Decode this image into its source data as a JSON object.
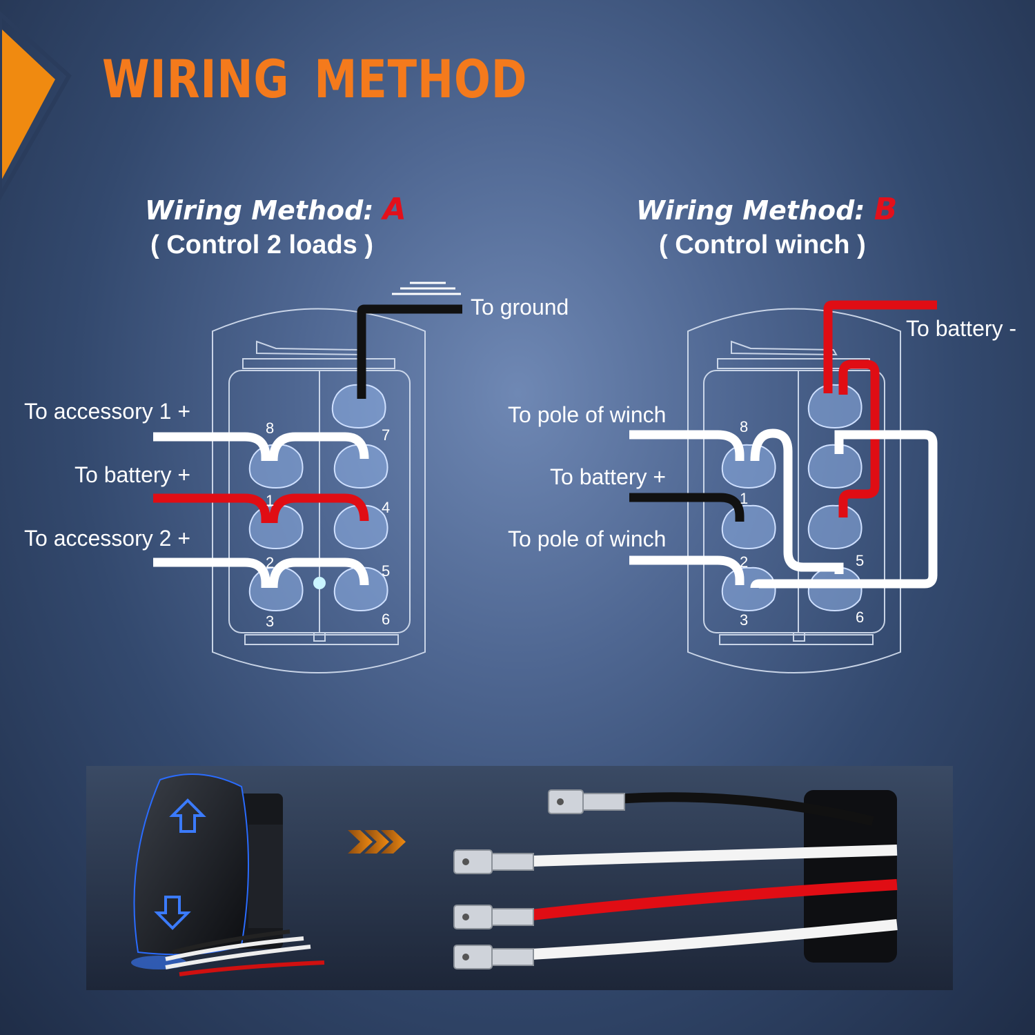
{
  "title": {
    "word1": "WIRING",
    "word2": "METHOD"
  },
  "method_a": {
    "heading": "Wiring Method:",
    "letter": "A",
    "subtitle": "( Control 2 loads )",
    "labels": {
      "ground": "To ground",
      "accessory1": "To accessory 1 +",
      "battery": "To battery +",
      "accessory2": "To accessory 2 +"
    },
    "pins": [
      "1",
      "2",
      "3",
      "4",
      "5",
      "6",
      "7",
      "8"
    ]
  },
  "method_b": {
    "heading": "Wiring Method:",
    "letter": "B",
    "subtitle": "( Control winch )",
    "labels": {
      "battery_neg": "To battery -",
      "pole1": "To pole of winch",
      "battery_pos": "To battery +",
      "pole2": "To pole of winch"
    },
    "pins": [
      "1",
      "2",
      "3",
      "5",
      "6",
      "8"
    ]
  },
  "colors": {
    "title": "#f47a1c",
    "accent_red": "#e3101b",
    "wire_red": "#e00d14",
    "wire_black": "#111111",
    "wire_white": "#ffffff"
  },
  "icons": [
    "ground-symbol",
    "up-arrow-icon",
    "down-arrow-icon",
    "chevron-right-icon"
  ]
}
